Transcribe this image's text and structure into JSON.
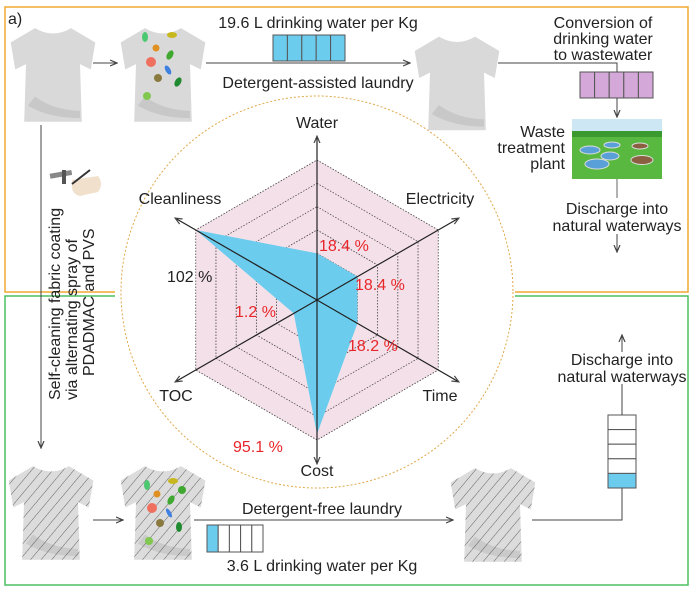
{
  "panel_label": "a)",
  "top": {
    "water_label": "19.6 L drinking water per Kg",
    "laundry_label": "Detergent-assisted laundry",
    "water_cells_filled": 5,
    "water_cells_total": 5,
    "conversion_label": [
      "Conversion of",
      "drinking water",
      "to wastewater"
    ],
    "plant_label": [
      "Waste",
      "treatment",
      "plant"
    ],
    "discharge_label": [
      "Discharge into",
      "natural waterways"
    ]
  },
  "side": {
    "coating_label": [
      "Self-cleaning fabric coating",
      "via alternating spray of",
      "PDADMAC and PVS"
    ]
  },
  "bottom": {
    "laundry_label": "Detergent-free laundry",
    "water_label": "3.6 L drinking water per Kg",
    "water_cells_filled": 1,
    "water_cells_total": 5,
    "discharge_label": [
      "Discharge into",
      "natural waterways"
    ]
  },
  "colors": {
    "top_border": "#f0a830",
    "bottom_border": "#4cc060",
    "water": "#6cccee",
    "wastewater": "#d4a8d8",
    "radar_fill": "#6cccee",
    "radar_bg": "#f4e0e8",
    "value_red": "#e8262a"
  },
  "chart_data": {
    "type": "radar",
    "axes": [
      "Water",
      "Electricity",
      "Time",
      "Cost",
      "TOC",
      "Cleanliness"
    ],
    "value_labels": [
      "18.4 %",
      "18.4 %",
      "18.2 %",
      "95.1 %",
      "1.2 %",
      "102 %"
    ],
    "values_percent": [
      18.4,
      18.4,
      18.2,
      95.1,
      1.2,
      102
    ],
    "rings": 6,
    "plotted_levels": [
      2,
      2,
      2,
      5.75,
      1.15,
      6
    ]
  }
}
